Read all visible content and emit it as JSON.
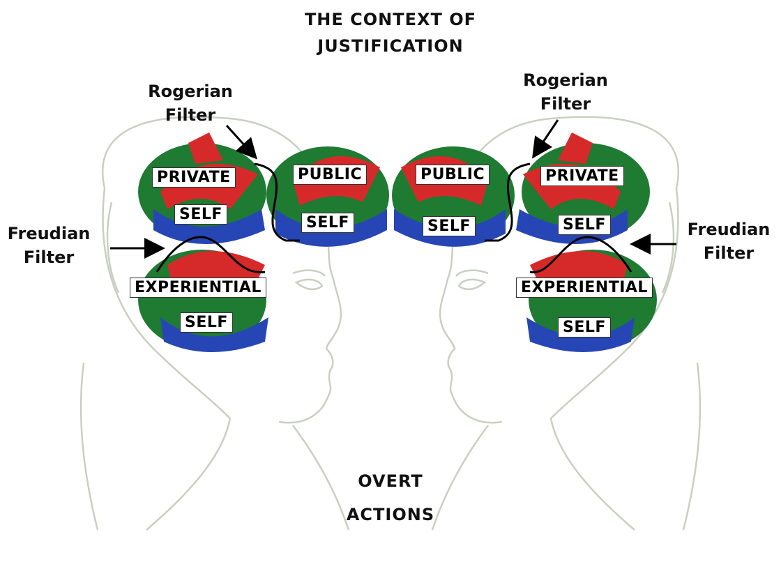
{
  "title": {
    "line1": "THE CONTEXT OF",
    "line2": "JUSTIFICATION"
  },
  "caption": {
    "line1": "OVERT",
    "line2": "ACTIONS"
  },
  "left_person": {
    "rogerian_filter": {
      "line1": "Rogerian",
      "line2": "Filter"
    },
    "freudian_filter": {
      "line1": "Freudian",
      "line2": "Filter"
    },
    "private_self": {
      "top": "PRIVATE",
      "bottom": "SELF"
    },
    "public_self": {
      "top": "PUBLIC",
      "bottom": "SELF"
    },
    "experiential_self": {
      "top": "EXPERIENTIAL",
      "bottom": "SELF"
    }
  },
  "right_person": {
    "rogerian_filter": {
      "line1": "Rogerian",
      "line2": "Filter"
    },
    "freudian_filter": {
      "line1": "Freudian",
      "line2": "Filter"
    },
    "private_self": {
      "top": "PRIVATE",
      "bottom": "SELF"
    },
    "public_self": {
      "top": "PUBLIC",
      "bottom": "SELF"
    },
    "experiential_self": {
      "top": "EXPERIENTIAL",
      "bottom": "SELF"
    }
  },
  "colors": {
    "green": "#1f7a32",
    "red": "#d62a2a",
    "blue": "#2746b5",
    "sketch": "#c9cfc2"
  }
}
